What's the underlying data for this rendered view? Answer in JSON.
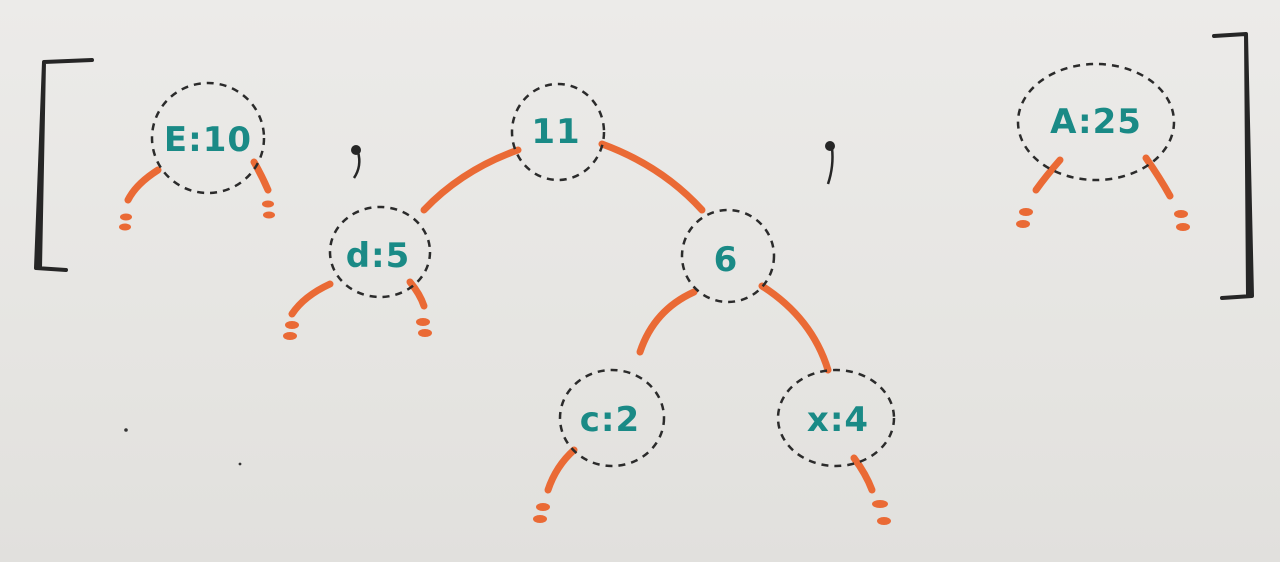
{
  "diagram": {
    "forest": [
      {
        "root": "E:10",
        "left": null,
        "right": null
      },
      {
        "root": "11",
        "left": {
          "root": "d:5",
          "left": null,
          "right": null
        },
        "right": {
          "root": "6",
          "left": {
            "root": "c:2",
            "left": null,
            "right": null
          },
          "right": {
            "root": "x:4",
            "left": null,
            "right": null
          }
        }
      },
      {
        "root": "A:25",
        "left": null,
        "right": null
      }
    ],
    "nodes": {
      "e10": "E:10",
      "n11": "11",
      "d5": "d:5",
      "n6": "6",
      "c2": "c:2",
      "x4": "x:4",
      "a25": "A:25"
    },
    "colors": {
      "node_text": "#1a8a86",
      "edges": "#ea6a35",
      "outline": "#2b2b2b",
      "background": "#e9e8e6"
    }
  }
}
